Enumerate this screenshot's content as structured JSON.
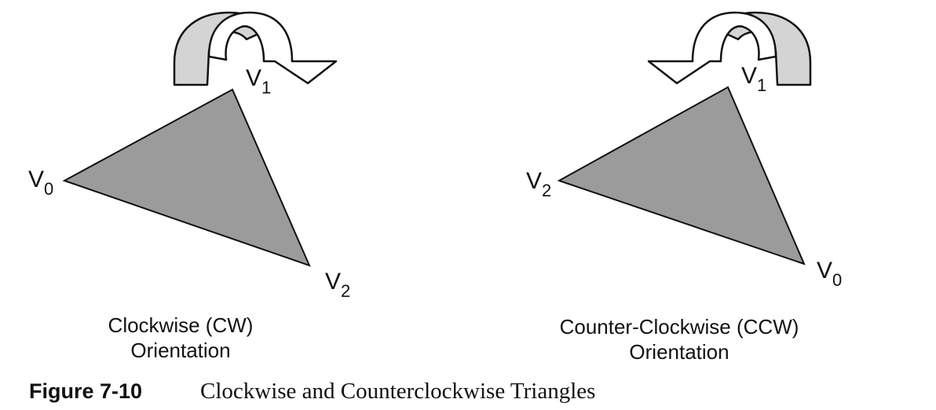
{
  "left_panel": {
    "vertices": {
      "v0": "V",
      "v0_sub": "0",
      "v1": "V",
      "v1_sub": "1",
      "v2": "V",
      "v2_sub": "2"
    },
    "caption_line1": "Clockwise (CW)",
    "caption_line2": "Orientation",
    "arrow_direction": "clockwise"
  },
  "right_panel": {
    "vertices": {
      "v0": "V",
      "v0_sub": "0",
      "v1": "V",
      "v1_sub": "1",
      "v2": "V",
      "v2_sub": "2"
    },
    "caption_line1": "Counter-Clockwise (CCW)",
    "caption_line2": "Orientation",
    "arrow_direction": "counter-clockwise"
  },
  "figure": {
    "number": "Figure 7-10",
    "title": "Clockwise and Counterclockwise Triangles"
  },
  "colors": {
    "triangle_fill": "#9b9b9b",
    "arrow_back_fill": "#d4d4d4",
    "arrow_front_fill": "#ffffff",
    "stroke": "#111111"
  }
}
